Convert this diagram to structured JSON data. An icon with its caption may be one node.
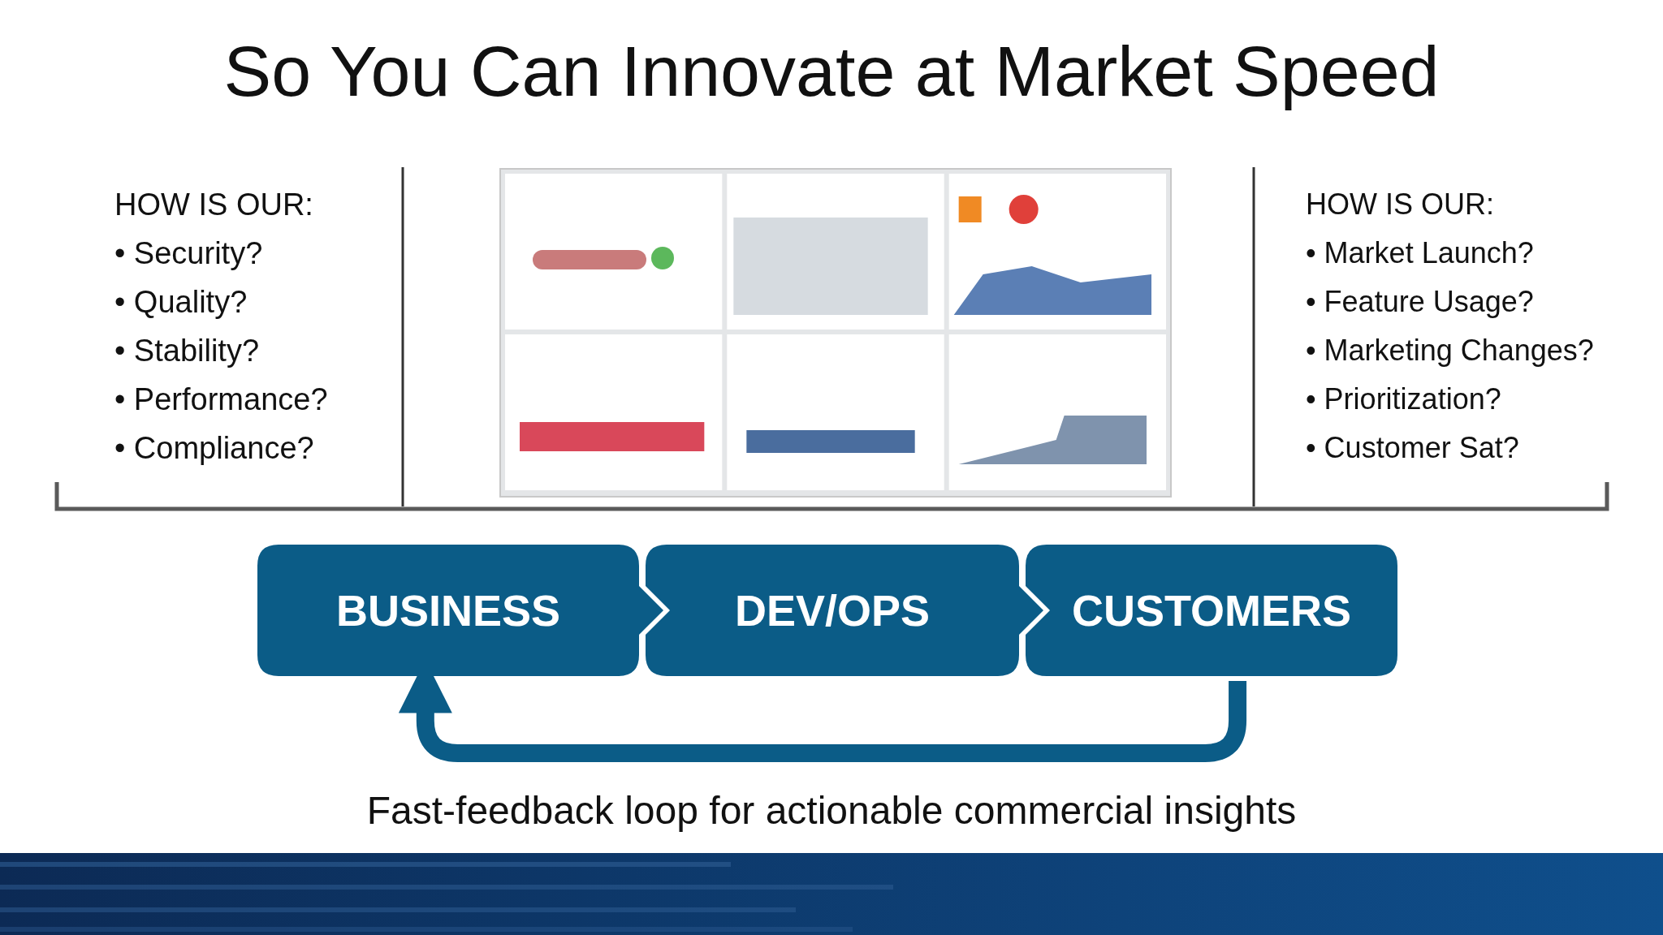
{
  "diagram": {
    "title": "So You Can Innovate at Market Speed",
    "nodes": [
      {
        "text": [
          "BUSINESS"
        ]
      },
      {
        "text": [
          "DEV/OPS"
        ]
      },
      {
        "text": [
          "CUSTOMERS"
        ]
      }
    ],
    "edges": [
      {
        "from": 2,
        "to": 0,
        "arrow": "to"
      }
    ],
    "labels": [
      "HOW IS OUR:",
      "• Security?",
      "• Quality?",
      "• Stability?",
      "• Performance?",
      "• Compliance?",
      "HOW IS OUR:",
      "• Market Launch?",
      "• Feature Usage?",
      "• Marketing Changes?",
      "• Prioritization?",
      "• Customer Sat?",
      "Fast-feedback loop for actionable commercial insights"
    ]
  }
}
